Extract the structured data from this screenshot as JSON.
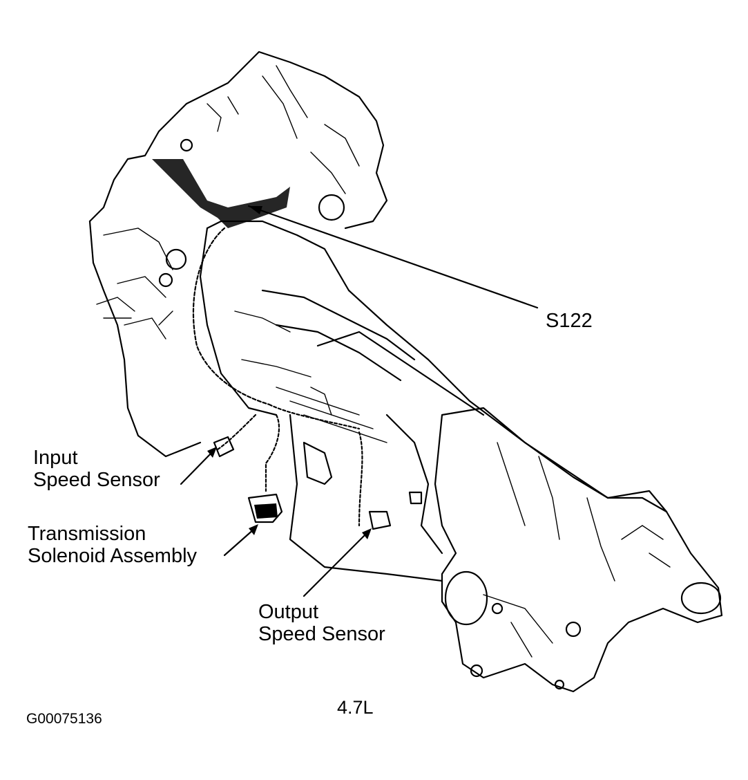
{
  "figure": {
    "engine_label": "4.7L",
    "figure_code": "G00075136"
  },
  "callouts": {
    "s122": "S122",
    "input_speed_sensor": [
      "Input",
      "Speed Sensor"
    ],
    "transmission_solenoid_assembly": [
      "Transmission",
      "Solenoid Assembly"
    ],
    "output_speed_sensor": [
      "Output",
      "Speed Sensor"
    ]
  }
}
